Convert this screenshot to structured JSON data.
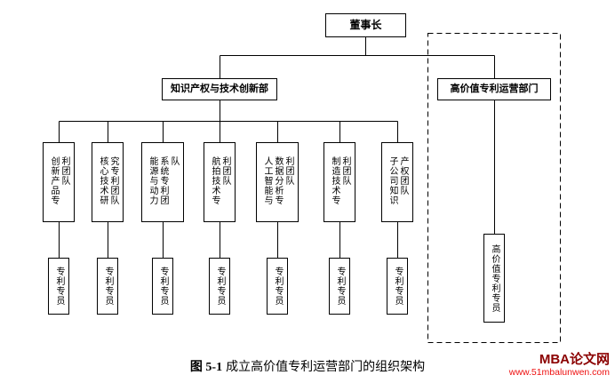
{
  "org": {
    "chairman": "董事长",
    "ip_dept": "知识产权与技术创新部",
    "hv_dept": "高价值专利运营部门",
    "hv_specialist": "高价值专利专员",
    "teams": [
      {
        "label": "创新产品专利团队",
        "specialist": "专利专员"
      },
      {
        "label": "核心技术研究专利团队",
        "specialist": "专利专员"
      },
      {
        "label": "能源与动力系统专利团队",
        "specialist": "专利专员"
      },
      {
        "label": "航拍技术专利团队",
        "specialist": "专利专员"
      },
      {
        "label": "人工智能与数据分析专利团队",
        "specialist": "专利专员"
      },
      {
        "label": "制造技术专利团队",
        "specialist": "专利专员"
      },
      {
        "label": "子公司知识产权团队",
        "specialist": "专利专员"
      }
    ]
  },
  "caption": {
    "prefix": "图 5-1",
    "text": "成立高价值专利运营部门的组织架构"
  },
  "watermark": {
    "title": "MBA论文网",
    "url": "www.51mbalunwen.com",
    "title_color": "#8b0000",
    "url_color": "#ee1111"
  },
  "colors": {
    "line": "#000000",
    "background": "#ffffff"
  }
}
